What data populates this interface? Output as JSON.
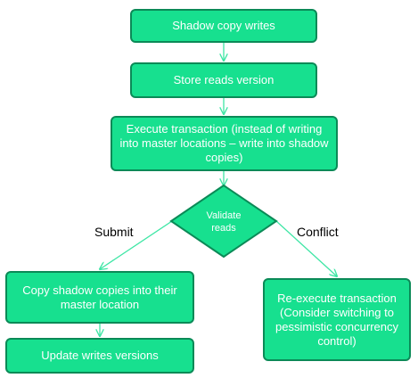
{
  "nodes": {
    "shadow_copy_writes": "Shadow copy writes",
    "store_reads_version": "Store reads version",
    "execute_transaction": "Execute transaction (instead of writing into master locations – write into shadow copies)",
    "validate_reads_line1": "Validate",
    "validate_reads_line2": "reads",
    "copy_shadow_copies": "Copy shadow copies into their master location",
    "update_writes_versions": "Update writes versions",
    "reexecute_transaction": "Re-execute transaction (Consider switching to pessimistic concurrency control)"
  },
  "edge_labels": {
    "submit": "Submit",
    "conflict": "Conflict"
  },
  "colors": {
    "node_fill": "#17e08f",
    "node_border": "#0b8a57",
    "arrow": "#3ee6a5"
  }
}
